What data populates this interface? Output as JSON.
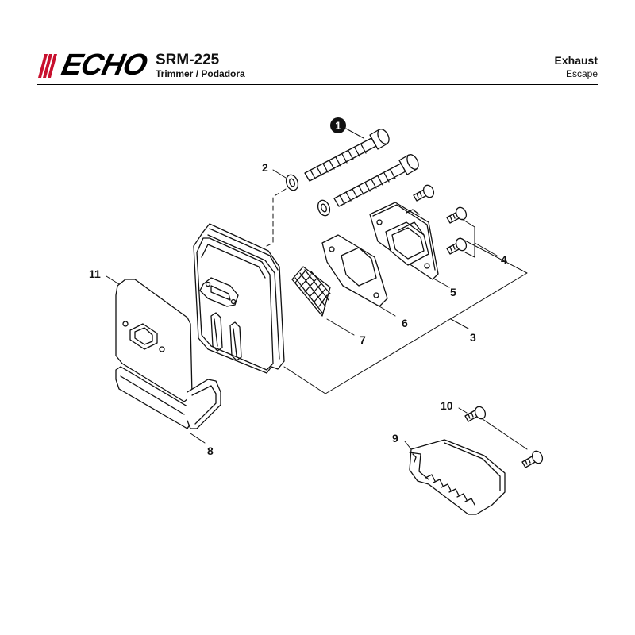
{
  "brand": {
    "name": "ECHO"
  },
  "header": {
    "model": "SRM-225",
    "subtitle": "Trimmer / Podadora",
    "section": "Exhaust",
    "section_sub": "Escape"
  },
  "callouts": {
    "c1": "1",
    "c2": "2",
    "c3": "3",
    "c4": "4",
    "c5": "5",
    "c6": "6",
    "c7": "7",
    "c8": "8",
    "c9": "9",
    "c10": "10",
    "c11": "11"
  },
  "colors": {
    "line": "#111111",
    "background": "#ffffff"
  }
}
